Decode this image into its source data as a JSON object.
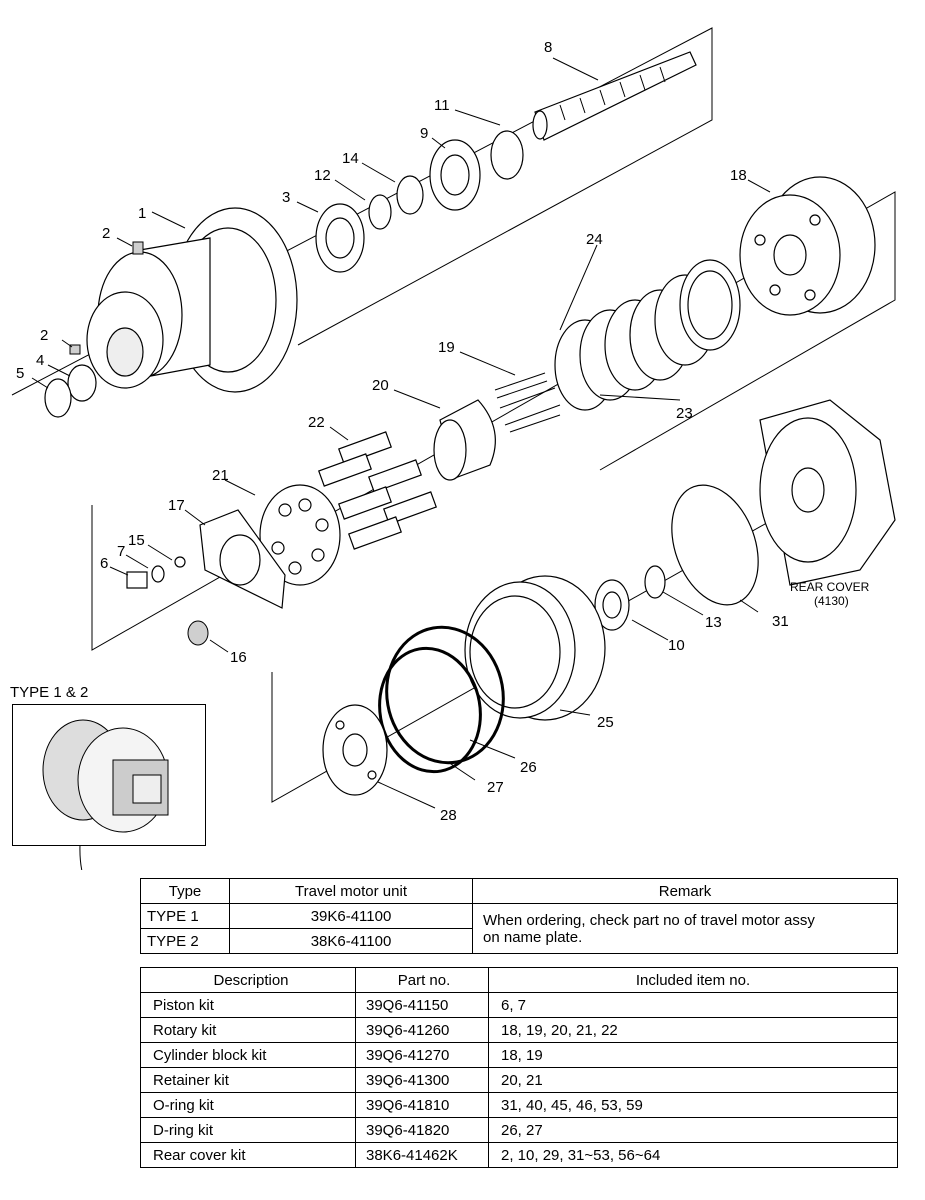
{
  "callouts": [
    "1",
    "2",
    "2",
    "3",
    "4",
    "5",
    "6",
    "7",
    "8",
    "9",
    "10",
    "11",
    "12",
    "13",
    "14",
    "15",
    "16",
    "17",
    "18",
    "19",
    "20",
    "21",
    "22",
    "23",
    "24",
    "25",
    "26",
    "27",
    "28",
    "31"
  ],
  "rear_cover": {
    "line1": "REAR COVER",
    "line2": "(4130)"
  },
  "inset": {
    "label": "TYPE 1 & 2"
  },
  "type_table": {
    "headers": [
      "Type",
      "Travel motor unit",
      "Remark"
    ],
    "rows": [
      {
        "type": "TYPE 1",
        "unit": "39K6-41100"
      },
      {
        "type": "TYPE 2",
        "unit": "38K6-41100"
      }
    ],
    "remark_line1": "When ordering, check part no of travel motor assy",
    "remark_line2": "on name plate."
  },
  "kit_table": {
    "headers": [
      "Description",
      "Part no.",
      "Included item no."
    ],
    "rows": [
      {
        "description": "Piston kit",
        "part_no": "39Q6-41150",
        "items": "6, 7"
      },
      {
        "description": "Rotary kit",
        "part_no": "39Q6-41260",
        "items": "18, 19, 20, 21, 22"
      },
      {
        "description": "Cylinder block kit",
        "part_no": "39Q6-41270",
        "items": "18, 19"
      },
      {
        "description": "Retainer kit",
        "part_no": "39Q6-41300",
        "items": "20, 21"
      },
      {
        "description": "O-ring kit",
        "part_no": "39Q6-41810",
        "items": "31, 40, 45, 46, 53, 59"
      },
      {
        "description": "D-ring kit",
        "part_no": "39Q6-41820",
        "items": "26, 27"
      },
      {
        "description": "Rear cover kit",
        "part_no": "38K6-41462K",
        "items": "2, 10, 29, 31~53, 56~64"
      }
    ]
  }
}
